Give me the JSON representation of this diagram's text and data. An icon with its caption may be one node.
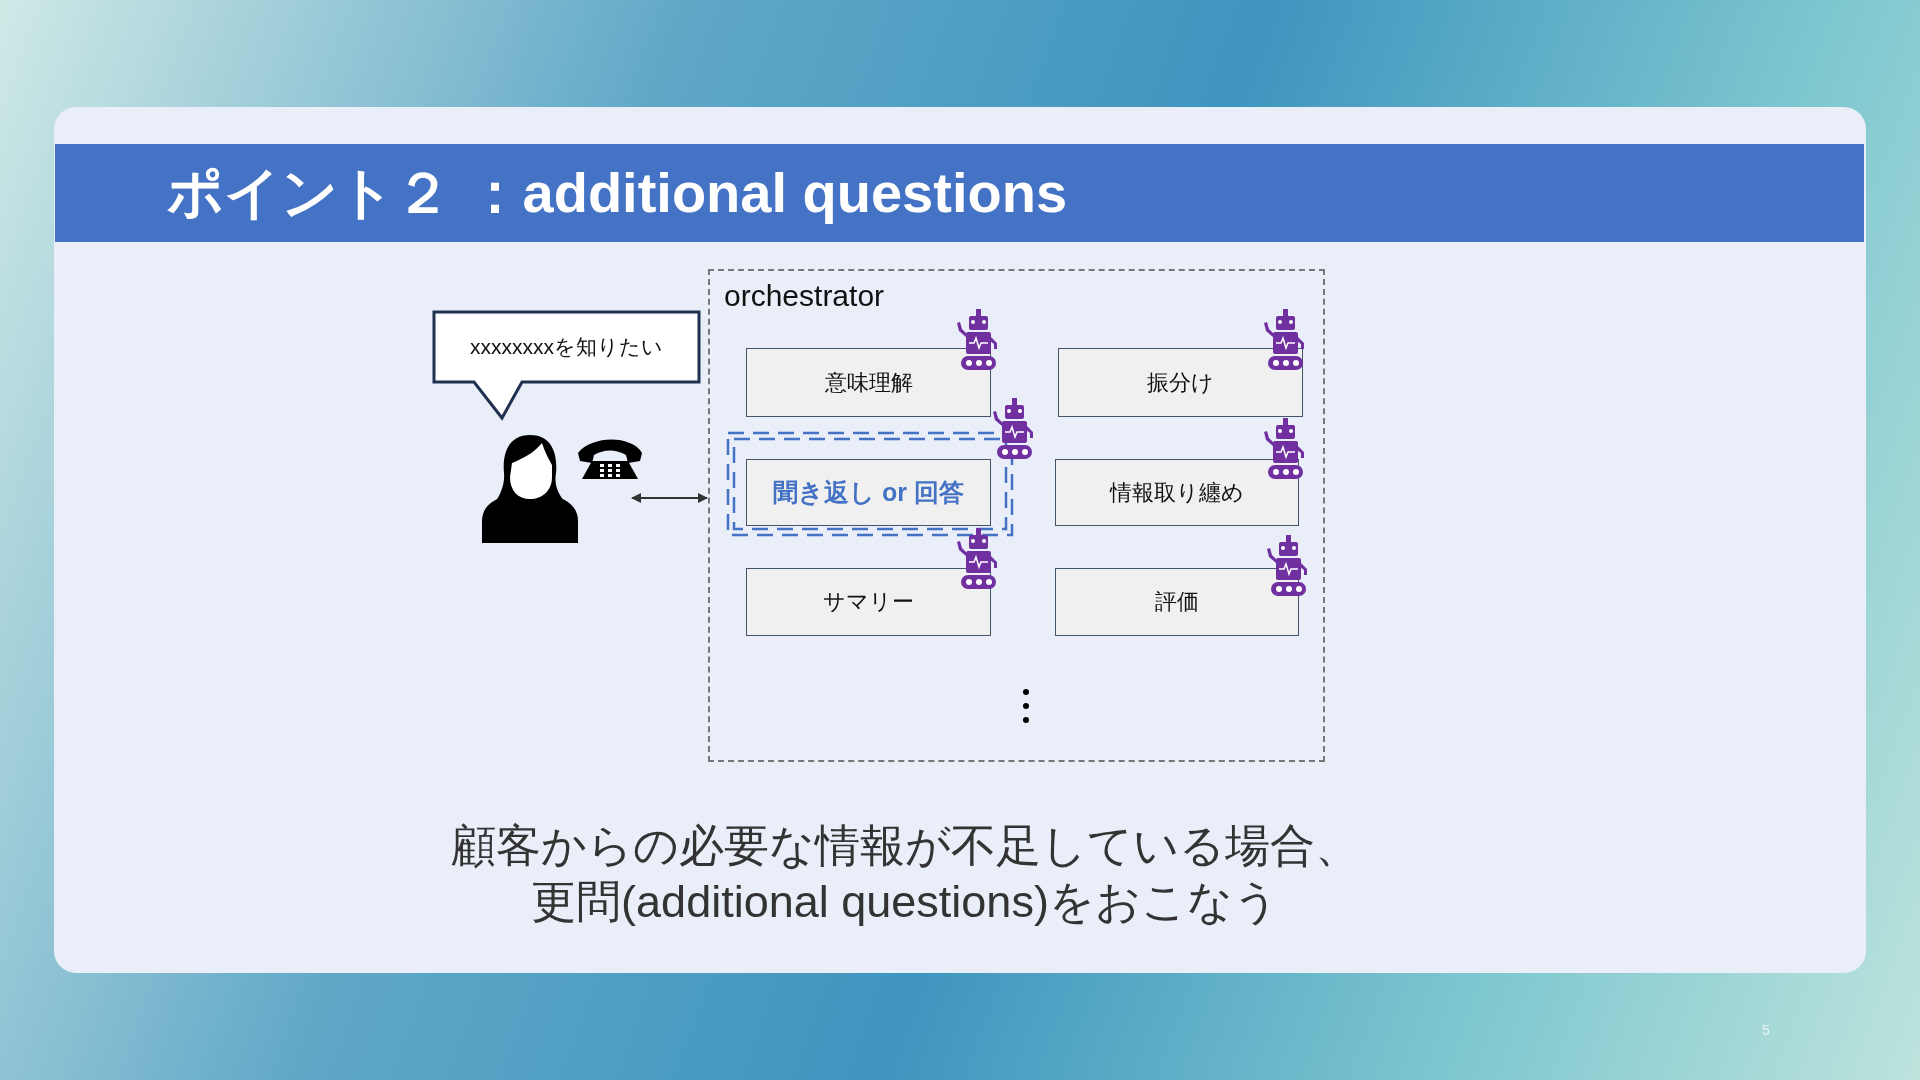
{
  "diagram": {
    "title": "ポイント２ ：additional questions",
    "nodes": [
      {
        "text": [
          "orchestrator"
        ]
      },
      {
        "text": [
          "意味理解"
        ],
        "in": 0
      },
      {
        "text": [
          "振分け"
        ],
        "in": 0
      },
      {
        "text": [
          "聞き返し or 回答"
        ],
        "in": 0
      },
      {
        "text": [
          "情報取り纏め"
        ],
        "in": 0
      },
      {
        "text": [
          "サマリー"
        ],
        "in": 0
      },
      {
        "text": [
          "評価"
        ],
        "in": 0
      },
      {
        "text": [
          "xxxxxxxxを知りたい"
        ]
      },
      {
        "text": [],
        "shape": "person"
      }
    ],
    "edges": [
      {
        "from": 8,
        "to": 0,
        "arrow": "both"
      }
    ],
    "caption": "顧客からの必要な情報が不足している場合、更問(additional questions)をおこなう",
    "labels": [
      "5"
    ]
  }
}
